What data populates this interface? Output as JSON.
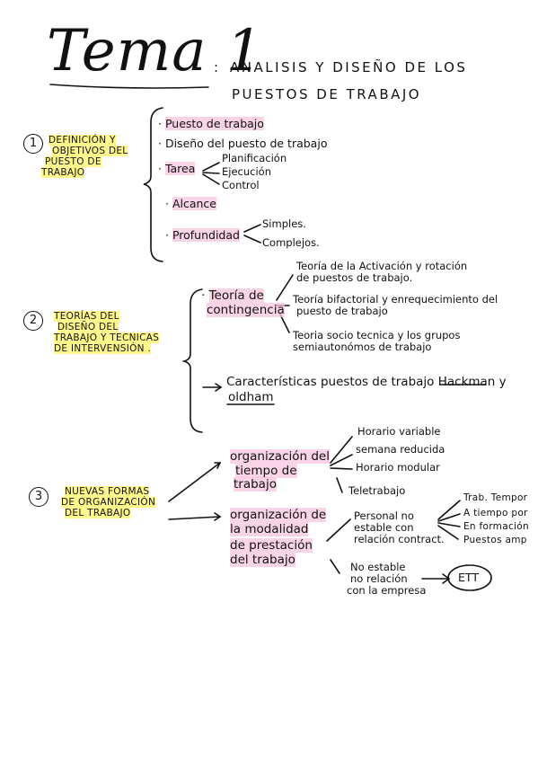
{
  "title": {
    "main": "Tema 1",
    "colon": ":",
    "sub_line1": "ANALISIS Y DISEÑO DE LOS",
    "sub_line2": "PUESTOS DE TRABAJO"
  },
  "section1": {
    "number": "1",
    "heading": [
      "DEFINICIÓN Y",
      "OBJETIVOS DEL",
      "PUESTO DE",
      "TRABAJO"
    ],
    "items": {
      "puesto": "Puesto de trabajo",
      "diseno": "Diseño del puesto de trabajo",
      "tarea": "Tarea",
      "tarea_sub": [
        "Planificación",
        "Ejecución",
        "Control"
      ],
      "alcance": "Alcance",
      "profundidad": "Profundidad",
      "profundidad_sub": [
        "Simples.",
        "Complejos."
      ]
    }
  },
  "section2": {
    "number": "2",
    "heading": [
      "TEORÍAS DEL",
      "DISEÑO DEL",
      "TRABAJO Y TECNICAS",
      "DE INTERVENSIÓN ."
    ],
    "contingencia": [
      "Teoría de",
      "contingencia"
    ],
    "teorias": [
      [
        "Teoría de la Activación y rotación",
        "de puestos de trabajo."
      ],
      [
        "Teoría bifactorial y enrequecimiento del",
        "puesto de trabajo"
      ],
      [
        "Teoria socio tecnica y los grupos",
        "semiautonómos de trabajo"
      ]
    ],
    "caracteristicas": "Características puestos de trabajo",
    "hackman": "Hackman",
    "y": "y",
    "oldham": "oldham"
  },
  "section3": {
    "number": "3",
    "heading": [
      "NUEVAS FORMAS",
      "DE ORGANIZACIÓN",
      "DEL TRABAJO"
    ],
    "tiempo": [
      "organización del",
      "tiempo de",
      "trabajo"
    ],
    "tiempo_sub": [
      "Horario variable",
      "semana reducida",
      "Horario modular",
      "Teletrabajo"
    ],
    "modalidad": [
      "organización de",
      "la modalidad",
      "de prestación",
      "del trabajo"
    ],
    "personal_estable": [
      "Personal no",
      "estable con",
      "relación contract."
    ],
    "personal_sub": [
      "Trab. Tempor",
      "A tiempo por",
      "En formación",
      "Puestos amp"
    ],
    "no_estable": [
      "No estable",
      "no relación",
      "con la empresa"
    ],
    "ett": "ETT"
  }
}
